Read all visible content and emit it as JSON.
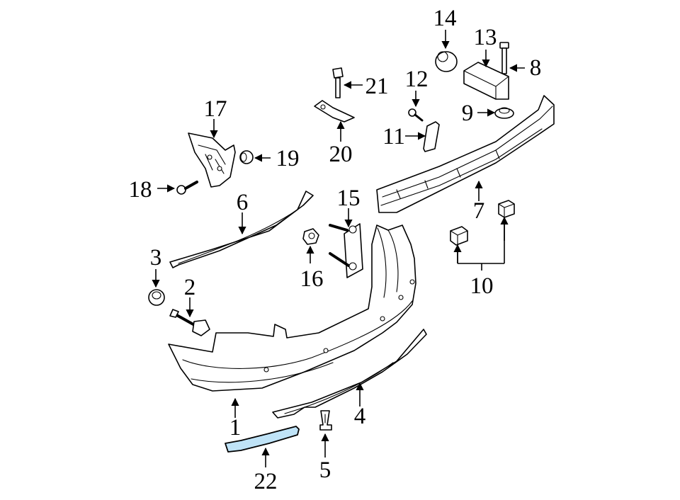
{
  "diagram": {
    "highlight_color": "#bfe3f7",
    "highlighted_part": "22",
    "callouts": {
      "c1": "1",
      "c2": "2",
      "c3": "3",
      "c4": "4",
      "c5": "5",
      "c6": "6",
      "c7": "7",
      "c8": "8",
      "c9": "9",
      "c10": "10",
      "c11": "11",
      "c12": "12",
      "c13": "13",
      "c14": "14",
      "c15": "15",
      "c16": "16",
      "c17": "17",
      "c18": "18",
      "c19": "19",
      "c20": "20",
      "c21": "21",
      "c22": "22"
    }
  }
}
